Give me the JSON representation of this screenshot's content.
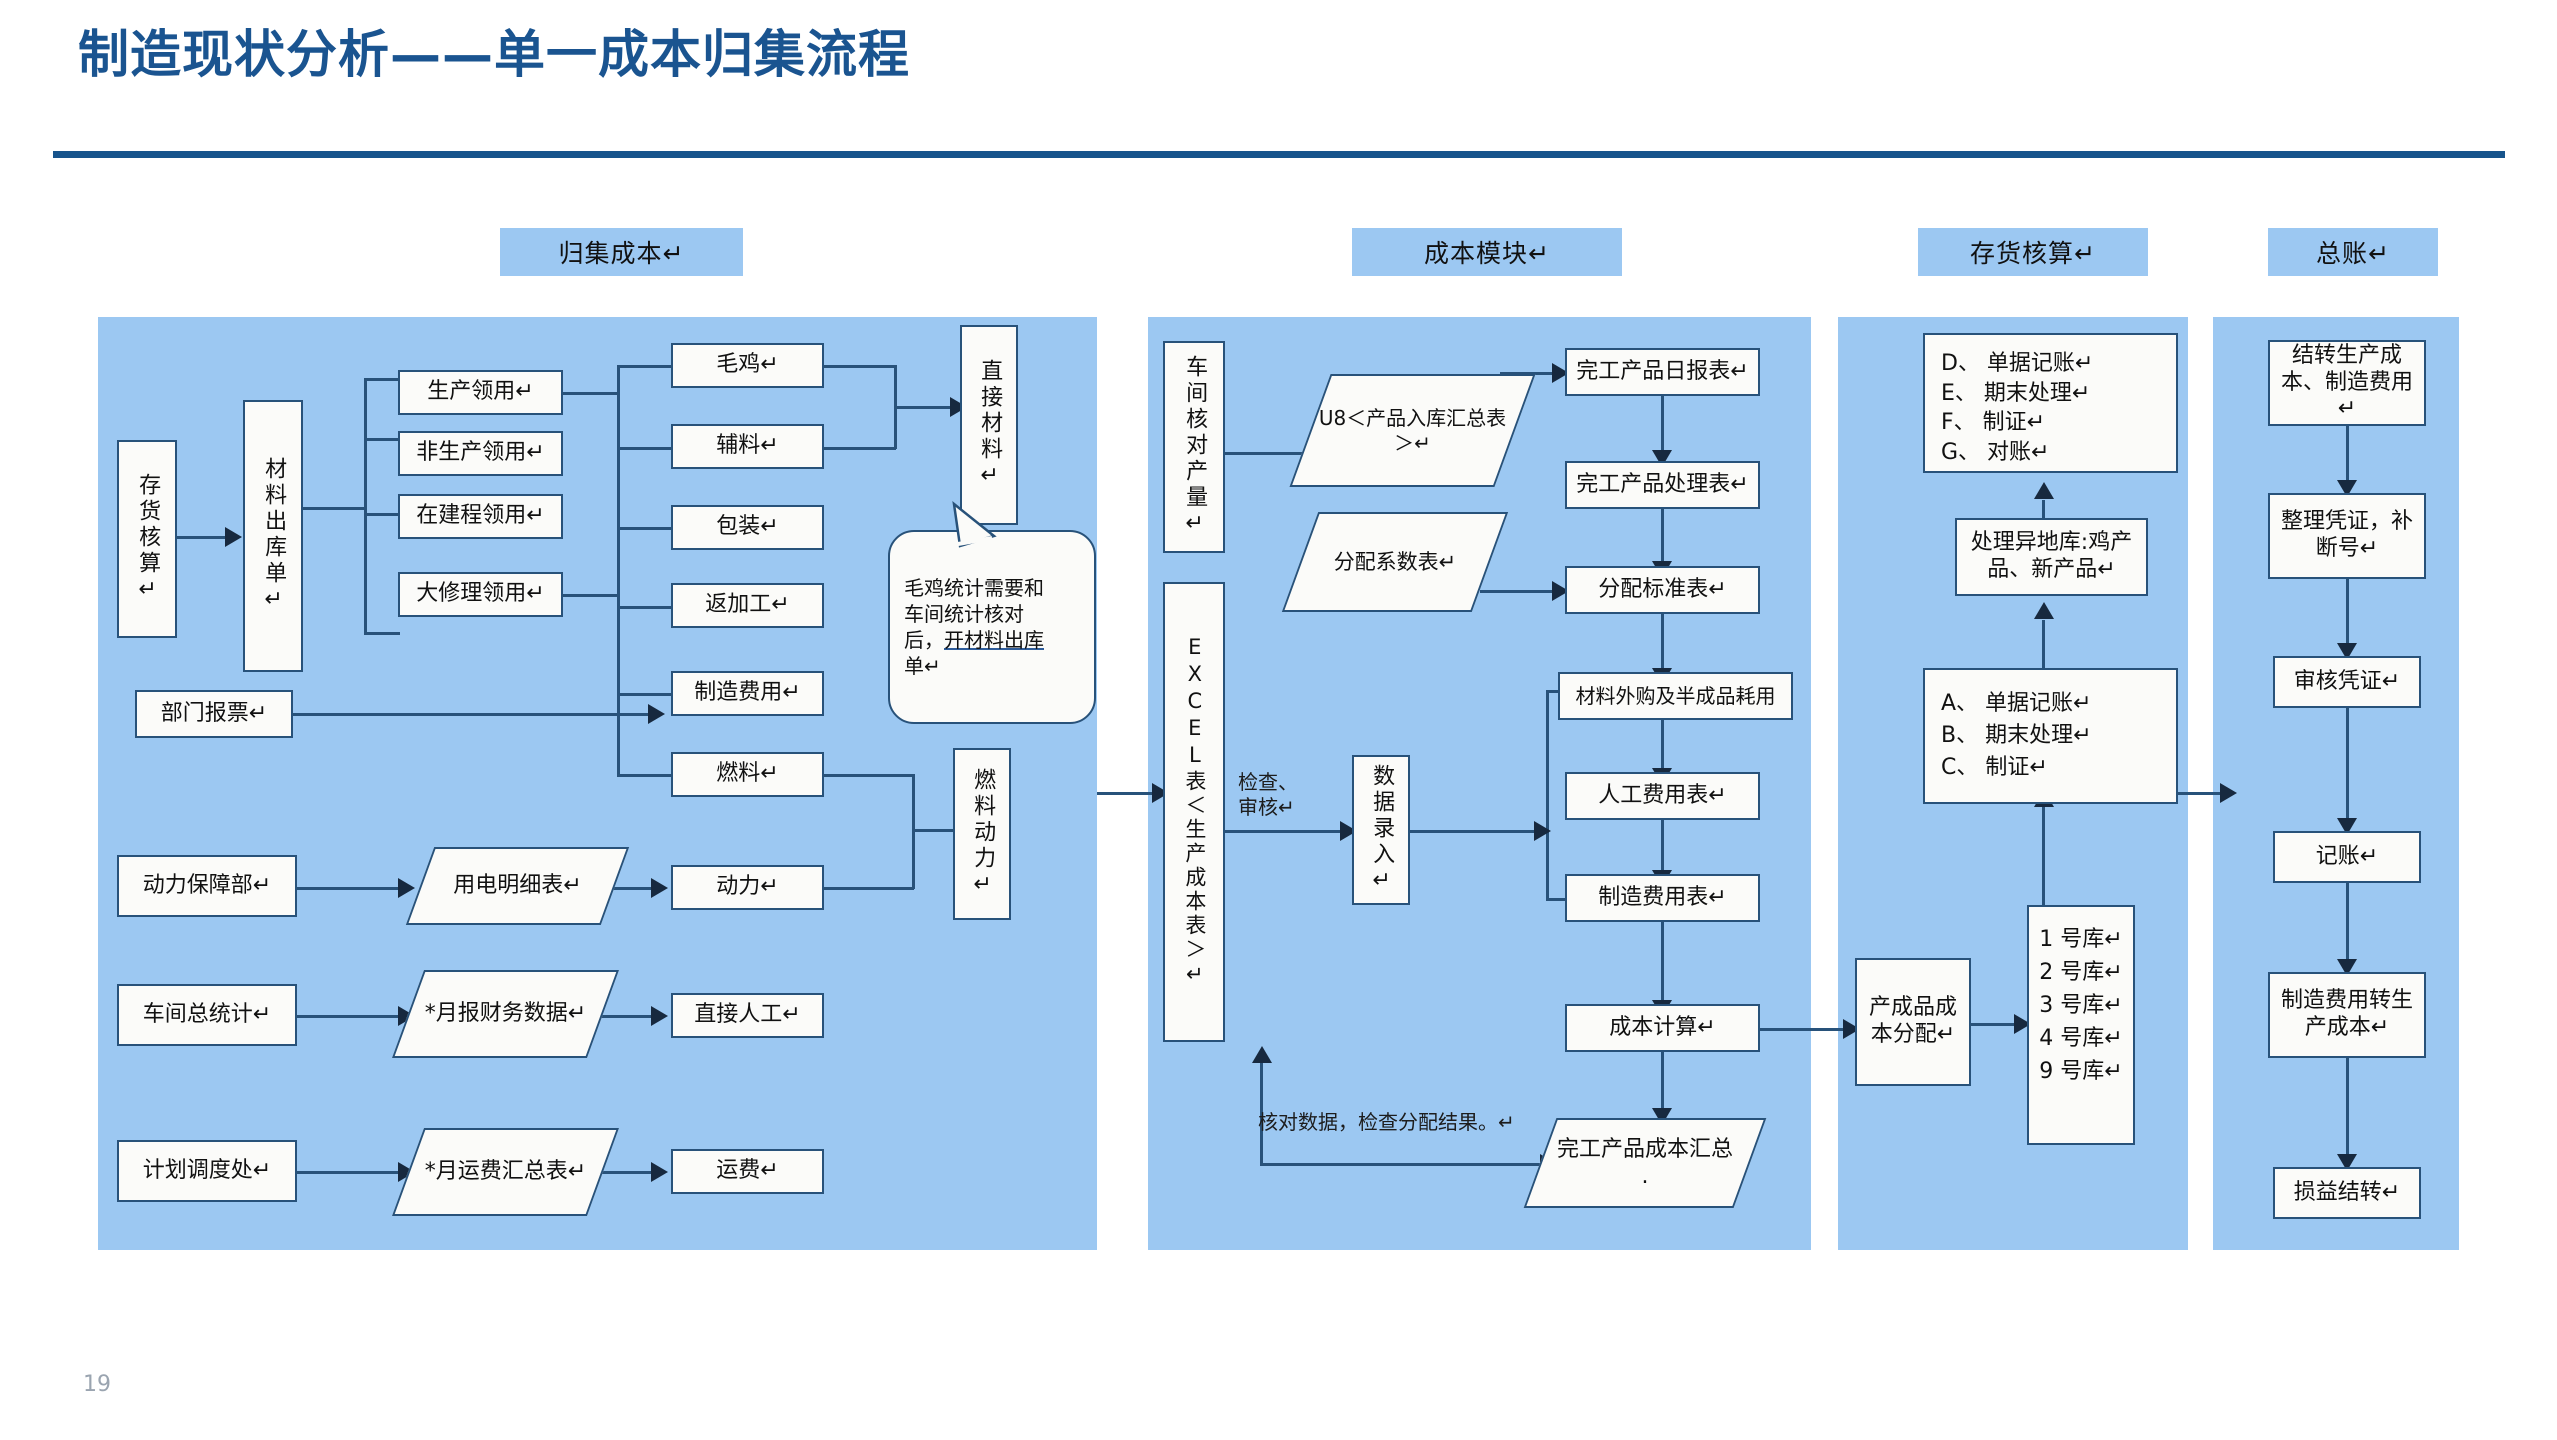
{
  "slide": {
    "title": "制造现状分析——单一成本归集流程",
    "page_number": "19",
    "accent_color": "#17548C",
    "panel_color": "#9CC8F2",
    "node_border_color": "#28527A"
  },
  "headers": {
    "collect_cost": "归集成本↵",
    "cost_module": "成本模块↵",
    "inventory_accounting": "存货核算↵",
    "general_ledger": "总账↵"
  },
  "panel1": {
    "inventory_accounting": "存货核算↵",
    "material_issue_note": "材料出库单↵",
    "issue_types": [
      "生产领用↵",
      "非生产领用↵",
      "在建程领用↵",
      "大修理领用↵"
    ],
    "materials": [
      "毛鸡↵",
      "辅料↵",
      "包装↵",
      "返加工↵",
      "制造费用↵",
      "燃料↵",
      "动力↵"
    ],
    "direct_material": "直接材料↵",
    "fuel_power": "燃料动力↵",
    "callout": {
      "line1": "毛鸡统计需要和",
      "line2": "车间统计核对",
      "line3_pre": "后，",
      "line3_underline": "开材料出库",
      "line4": "单↵"
    },
    "sources": [
      "部门报票↵",
      "动力保障部↵",
      "车间总统计↵",
      "计划调度处↵"
    ],
    "source_docs": [
      "用电明细表↵",
      "*月报财务数据↵",
      "*月运费汇总表↵"
    ],
    "outputs": [
      "动力↵",
      "直接人工↵",
      "运费↵"
    ]
  },
  "panel2": {
    "workshop_check": "车间核对产量↵",
    "excel_sheet": "EXCEL表＜生产成本表＞↵",
    "u8_summary": "U8＜产品入库汇总表＞↵",
    "allocation_coef": "分配系数表↵",
    "data_entry": "数据录入↵",
    "edge_label_check": "检查、\n审核↵",
    "edge_label_verify": "核对数据，检查分配结果。↵",
    "reports": [
      "完工产品日报表↵",
      "完工产品处理表↵",
      "分配标准表↵",
      "材料外购及半成品耗用",
      "人工费用表↵",
      "制造费用表↵",
      "成本计算↵"
    ],
    "finished_cost_summary": "完工产品成本汇总\n."
  },
  "panel3": {
    "steps_defg": [
      "D、 单据记账↵",
      "E、 期末处理↵",
      "F、 制证↵",
      "G、 对账↵"
    ],
    "remote_warehouse": "处理异地库:鸡产品、新产品↵",
    "steps_abc": [
      "A、 单据记账↵",
      "B、 期末处理↵",
      "C、 制证↵"
    ],
    "finished_goods_alloc": "产成品成本分配↵",
    "warehouses": [
      "1 号库↵",
      "2 号库↵",
      "3 号库↵",
      "4 号库↵",
      "9 号库↵"
    ]
  },
  "panel4": {
    "steps": [
      "结转生产成本、制造费用↵",
      "整理凭证，补断号↵",
      "审核凭证↵",
      "记账↵",
      "制造费用转生产成本↵",
      "损益结转↵"
    ]
  }
}
